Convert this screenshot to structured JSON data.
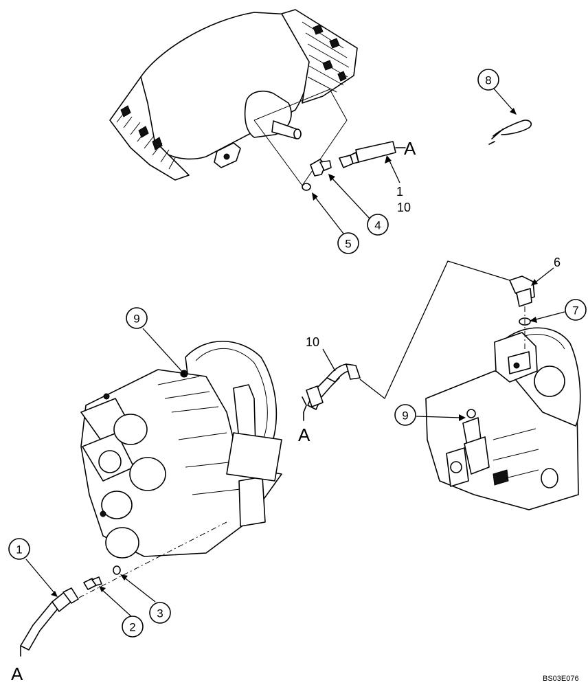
{
  "callouts": {
    "c1_bottom": "1",
    "c2": "2",
    "c3": "3",
    "c4": "4",
    "c5": "5",
    "c6": "6",
    "c7": "7",
    "c8": "8",
    "c9_left": "9",
    "c9_right": "9"
  },
  "labels": {
    "top_one": "1",
    "top_ten": "10",
    "mid_ten": "10",
    "connection_letter": "A"
  },
  "figure_code": "BS03E076"
}
